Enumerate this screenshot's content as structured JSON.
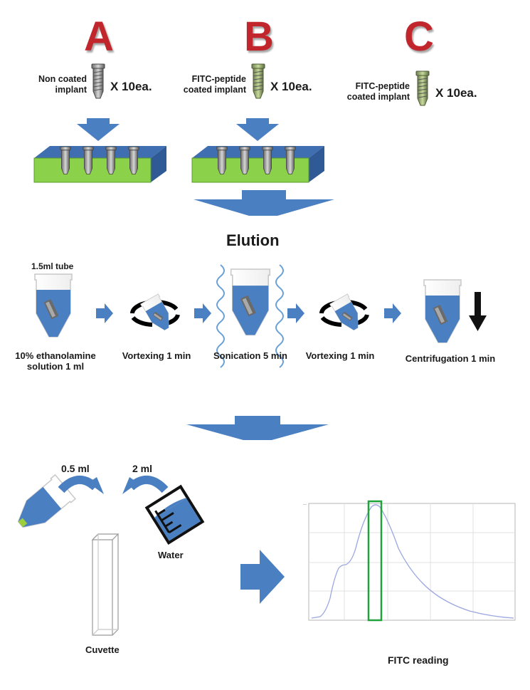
{
  "groups": [
    {
      "letter": "A",
      "label_line1": "Non coated",
      "label_line2": "implant",
      "multiplier": "X 10ea."
    },
    {
      "letter": "B",
      "label_line1": "FITC-peptide",
      "label_line2": "coated implant",
      "multiplier": "X 10ea."
    },
    {
      "letter": "C",
      "label_line1": "FITC-peptide",
      "label_line2": "coated implant",
      "multiplier": "X 10ea."
    }
  ],
  "elution_title": "Elution",
  "tube_label": "1.5ml tube",
  "steps": [
    {
      "line1": "10% ethanolamine",
      "line2": "solution 1 ml"
    },
    {
      "line1": "Vortexing 1 min",
      "line2": ""
    },
    {
      "line1": "Sonication 5 min",
      "line2": ""
    },
    {
      "line1": "Vortexing 1 min",
      "line2": ""
    },
    {
      "line1": "Centrifugation 1 min",
      "line2": ""
    }
  ],
  "transfer_sample_volume": "0.5 ml",
  "transfer_water_volume": "2 ml",
  "water_label": "Water",
  "cuvette_label": "Cuvette",
  "reading_label": "FITC reading",
  "colors": {
    "letter_red": "#c0262b",
    "arrow_blue": "#4a7fc1",
    "rack_green": "#8bd14a",
    "rack_blue": "#3f6fb0",
    "liquid_blue": "#4a7fc1",
    "highlight_green": "#1fa33a",
    "spectrum_line": "#9aa6e0"
  }
}
